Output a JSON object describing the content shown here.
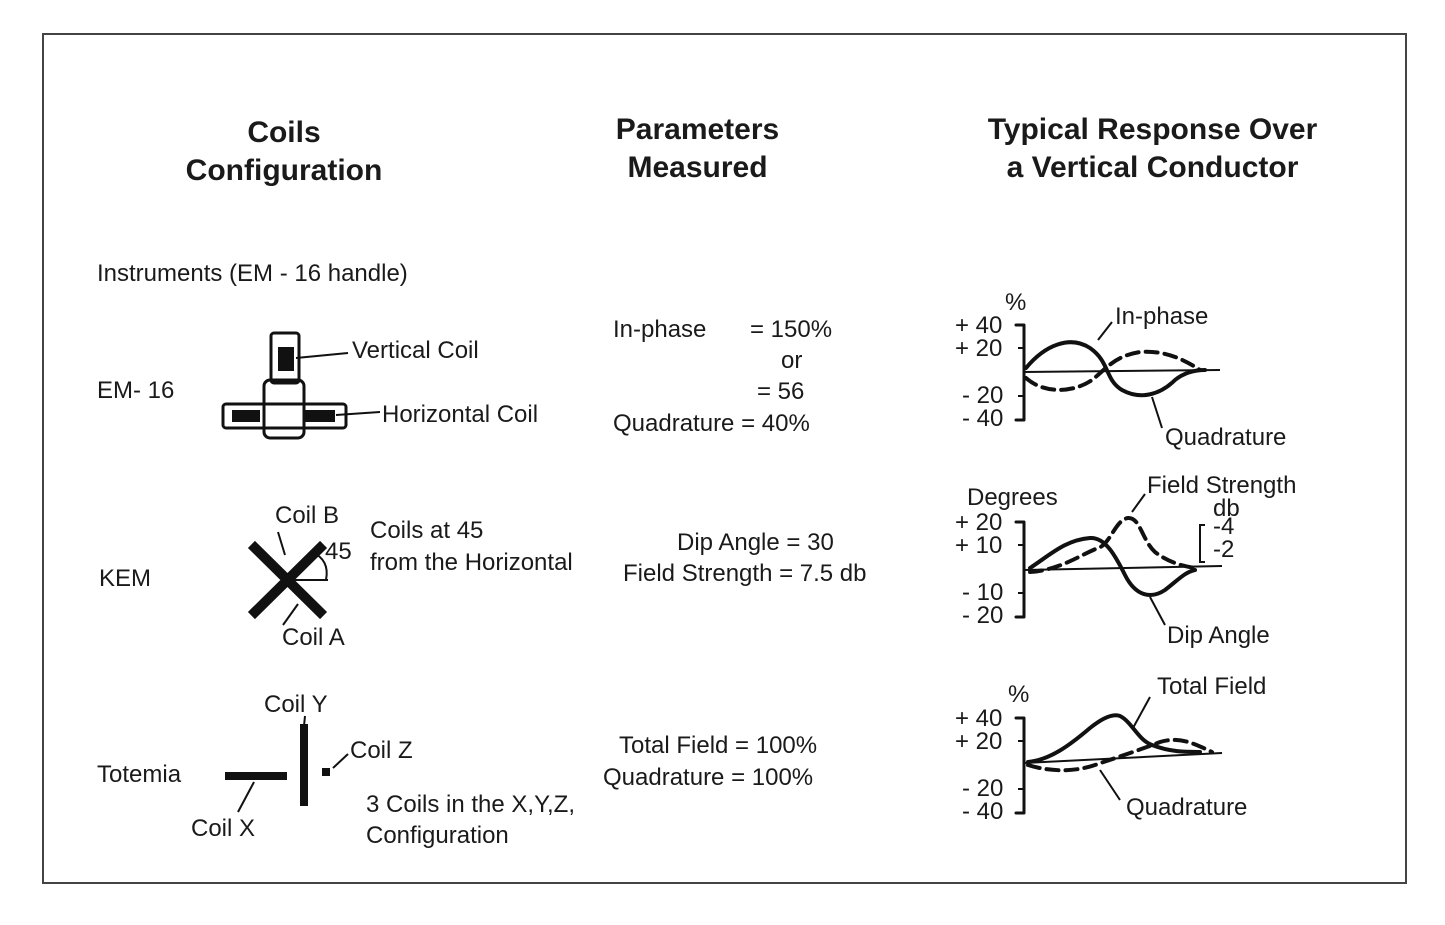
{
  "headers": {
    "coils": [
      "Coils",
      "Configuration"
    ],
    "params": [
      "Parameters",
      "Measured"
    ],
    "response": [
      "Typical Response Over",
      "a Vertical Conductor"
    ]
  },
  "section_label": "Instruments (EM - 16 handle)",
  "rows": {
    "em16": {
      "instrument": "EM- 16",
      "coil_labels": {
        "vertical": "Vertical Coil",
        "horizontal": "Horizontal Coil"
      },
      "params": [
        "In-phase",
        "= 150%",
        "or",
        "= 56",
        "Quadrature = 40%"
      ],
      "graph": {
        "unit": "%",
        "ticks": [
          "+ 40",
          "+ 20",
          "- 20",
          "- 40"
        ],
        "labels": {
          "top": "In-phase",
          "bottom": "Quadrature"
        }
      }
    },
    "kem": {
      "instrument": "KEM",
      "coil_labels": {
        "b": "Coil B",
        "a": "Coil A",
        "angle": "45",
        "note1": "Coils at 45",
        "note2": "from the Horizontal"
      },
      "params": [
        "Dip Angle = 30",
        "Field Strength = 7.5 db"
      ],
      "graph": {
        "unit": "Degrees",
        "ticks": [
          "+ 20",
          "+ 10",
          "- 10",
          "- 20"
        ],
        "right_unit": "db",
        "right_ticks": [
          "-4",
          "-2"
        ],
        "labels": {
          "top": "Field Strength",
          "bottom": "Dip Angle"
        }
      }
    },
    "totemia": {
      "instrument": "Totemia",
      "coil_labels": {
        "y": "Coil Y",
        "z": "Coil Z",
        "x": "Coil X",
        "note1": "3 Coils in the X,Y,Z,",
        "note2": "Configuration"
      },
      "params": [
        "Total Field = 100%",
        "Quadrature = 100%"
      ],
      "graph": {
        "unit": "%",
        "ticks": [
          "+ 40",
          "+ 20",
          "- 20",
          "- 40"
        ],
        "labels": {
          "top": "Total Field",
          "bottom": "Quadrature"
        }
      }
    }
  }
}
